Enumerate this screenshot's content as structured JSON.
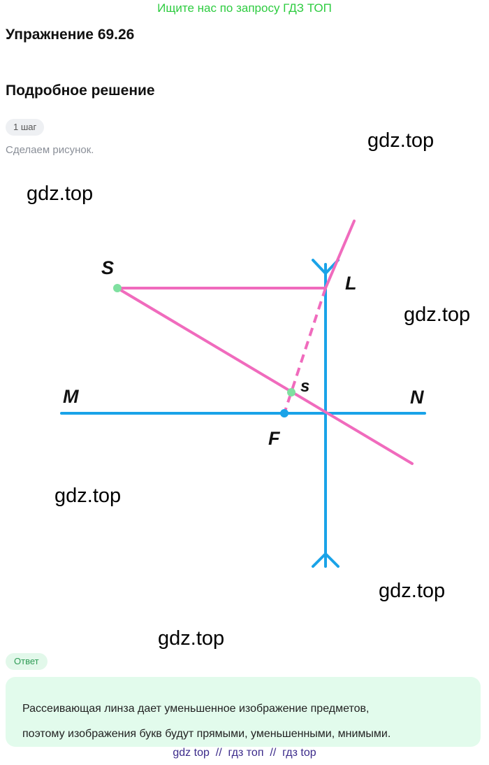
{
  "banner": {
    "text": "Ищите нас по запросу ГДЗ ТОП",
    "color": "#2ecc40"
  },
  "exercise": {
    "title": "Упражнение 69.26"
  },
  "solution": {
    "title": "Подробное решение",
    "step_label": "1 шаг",
    "step_text": "Сделаем рисунок."
  },
  "watermarks": [
    "gdz.top",
    "gdz.top",
    "gdz.top",
    "gdz.top",
    "gdz.top",
    "gdz.top"
  ],
  "figure": {
    "labels": {
      "S": "S",
      "L": "L",
      "s": "s",
      "M": "M",
      "N": "N",
      "F": "F"
    },
    "colors": {
      "axis": "#1aa3e8",
      "ray": "#f06bbd",
      "point": "#7fe0a0",
      "focus": "#1aa3e8"
    }
  },
  "answer": {
    "label": "Ответ",
    "line1": "Рассеивающая линза дает уменьшенное изображение предметов,",
    "line2": "поэтому изображения букв будут прямыми, уменьшенными, мнимыми."
  },
  "footer": {
    "text": "gdz top  //  гдз топ  //  гдз top"
  }
}
